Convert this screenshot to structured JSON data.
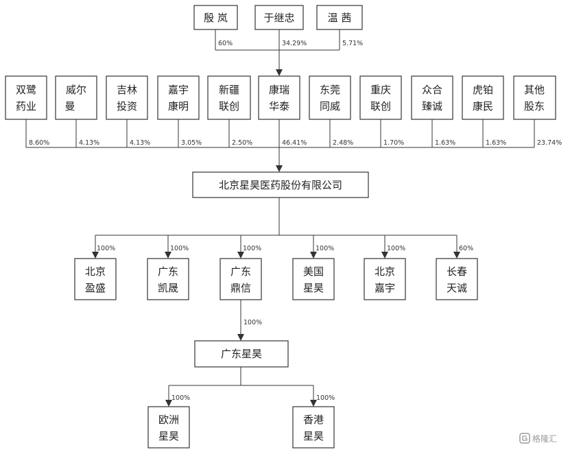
{
  "shareholders_top": [
    {
      "name": "殷 岚",
      "pct": "60%"
    },
    {
      "name": "于继忠",
      "pct": "34.29%"
    },
    {
      "name": "温 茜",
      "pct": "5.71%"
    }
  ],
  "shareholders_row": [
    {
      "line1": "双鹭",
      "line2": "药业",
      "pct": "8.60%"
    },
    {
      "line1": "威尔",
      "line2": "曼",
      "pct": "4.13%"
    },
    {
      "line1": "吉林",
      "line2": "投资",
      "pct": "4.13%"
    },
    {
      "line1": "嘉宇",
      "line2": "康明",
      "pct": "3.05%"
    },
    {
      "line1": "新疆",
      "line2": "联创",
      "pct": "2.50%"
    },
    {
      "line1": "康瑞",
      "line2": "华泰",
      "pct": "46.41%"
    },
    {
      "line1": "东莞",
      "line2": "同威",
      "pct": "2.48%"
    },
    {
      "line1": "重庆",
      "line2": "联创",
      "pct": "1.70%"
    },
    {
      "line1": "众合",
      "line2": "臻诚",
      "pct": "1.63%"
    },
    {
      "line1": "虎铂",
      "line2": "康民",
      "pct": "1.63%"
    },
    {
      "line1": "其他",
      "line2": "股东",
      "pct": "23.74%"
    }
  ],
  "company": {
    "name": "北京星昊医药股份有限公司"
  },
  "subsidiaries": [
    {
      "line1": "北京",
      "line2": "盈盛",
      "pct": "100%"
    },
    {
      "line1": "广东",
      "line2": "凯晟",
      "pct": "100%"
    },
    {
      "line1": "广东",
      "line2": "鼎信",
      "pct": "100%"
    },
    {
      "line1": "美国",
      "line2": "星昊",
      "pct": "100%"
    },
    {
      "line1": "北京",
      "line2": "嘉宇",
      "pct": "100%"
    },
    {
      "line1": "长春",
      "line2": "天诚",
      "pct": "60%"
    }
  ],
  "sub_company": {
    "name": "广东星昊",
    "parent_pct": "100%"
  },
  "sub_subsidiaries": [
    {
      "line1": "欧洲",
      "line2": "星昊",
      "pct": "100%"
    },
    {
      "line1": "香港",
      "line2": "星昊",
      "pct": "100%"
    }
  ],
  "watermark": {
    "text": "格隆汇"
  }
}
